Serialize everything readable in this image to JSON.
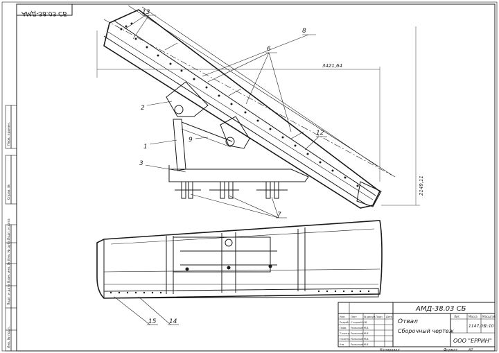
{
  "drawing": {
    "designation": "АМД-38.03 СБ",
    "designation_mirrored": "АМД-38.03 СБ",
    "title_line1": "Отвал",
    "title_line2": "Сборочный чертеж",
    "company": "ООО \"ЕРРИН\"",
    "sheet_format_label": "Формат",
    "sheet_format": "А2",
    "copied_label": "Копировал",
    "mass_header": "Масса",
    "lit_header": "Лит.",
    "scale_header": "Масштаб",
    "mass": "1147,05",
    "scale": "1:10",
    "roles": [
      "Разраб.",
      "Пров.",
      "Т.контр.",
      "",
      "Н.контр.",
      "Утв."
    ],
    "signatures": [
      "Стоцкий М.В.",
      "Рыльский М.В.",
      "Рыльский М.В.",
      "",
      "Рыльский М.В.",
      "Рыльский М.В."
    ],
    "row_headers": [
      "Изм.",
      "Лист",
      "№ докум.",
      "Подп.",
      "Дата"
    ]
  },
  "side_columns": [
    "Перв. примен.",
    "Справ. №",
    "Подп. и дата",
    "Инв. № дубл.",
    "Взам. инв. №",
    "Подп. и дата",
    "Инв. № подл."
  ],
  "dimensions": {
    "length": "3421,64",
    "height": "2149,11"
  },
  "callouts": [
    "1",
    "2",
    "3",
    "6",
    "7",
    "8",
    "9",
    "12",
    "13",
    "14",
    "15"
  ]
}
